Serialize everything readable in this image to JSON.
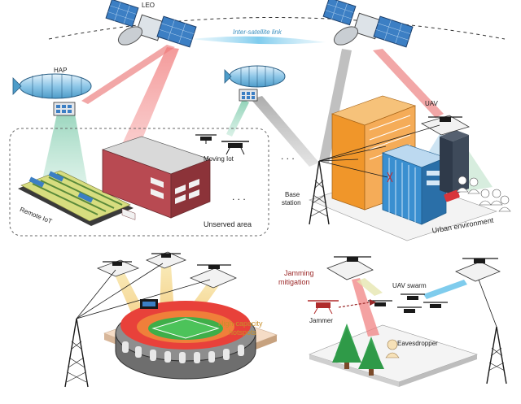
{
  "labels": {
    "leo": "LEO",
    "inter_satellite_link": "Inter-satellite link",
    "hap": "HAP",
    "moving_iot": "Moving Iot",
    "remote_iot": "Remote IoT",
    "unserved_area": "Unserved area",
    "uav": "UAV",
    "base_station_1": "Base",
    "base_station_2": "station",
    "urban_environment": "Urban environment",
    "jamming_1": "Jamming",
    "jamming_2": "mitigation",
    "uav_swarm": "UAV swarm",
    "jammer": "Jammer",
    "eavesdropper": "Eavesdropper",
    "hotspots_1": "High-capacity",
    "hotspots_2": "hotspots",
    "ellipsis_1": ". . .",
    "ellipsis_2": ". . ."
  },
  "colors": {
    "link_red": "#f08a8a",
    "link_green": "#8fd1b8",
    "link_gray": "#a9a9a9",
    "link_blue": "#7cc9ec",
    "building_brick": "#b84a52",
    "building_orange": "#f0962a",
    "building_blue": "#3a8fd0",
    "solar_blue": "#3c7fc4",
    "tower_black": "#1a1a1a",
    "jam_red": "#9c2a2a",
    "hotspot_gold": "#c8902a"
  },
  "icons": [
    "satellite-icon",
    "airship-icon",
    "drone-icon",
    "tower-icon",
    "building-icon",
    "stadium-icon",
    "tree-icon",
    "person-icon",
    "farm-field-icon"
  ]
}
